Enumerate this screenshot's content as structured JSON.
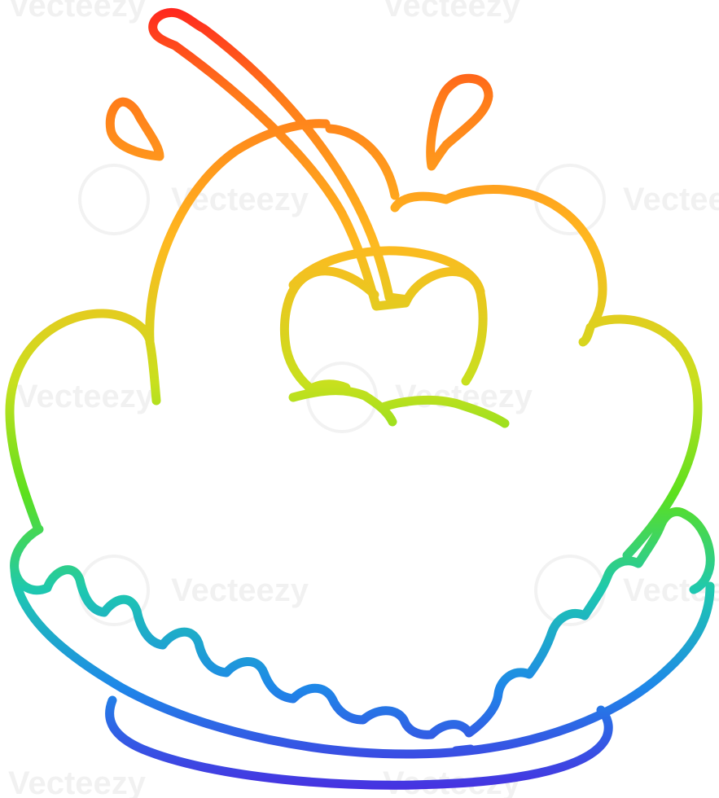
{
  "illustration": {
    "subject": "cartoon dessert with whipped cream and a cherry on a plate",
    "style": "hand-drawn outline with rainbow gradient stroke",
    "gradient_colors": [
      "#ff1e1e",
      "#ff7a1a",
      "#ffb820",
      "#c8e01e",
      "#5be01e",
      "#1ec8b0",
      "#1e88e8",
      "#4a2ae0"
    ],
    "background_color": "#ffffff"
  },
  "watermark": {
    "text": "Vecteezy"
  }
}
